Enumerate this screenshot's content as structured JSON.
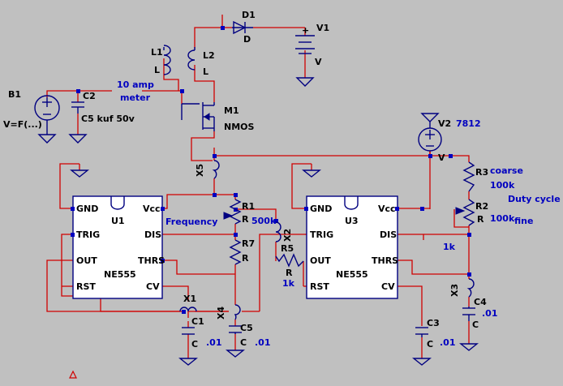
{
  "schematic": {
    "texts": {
      "b1": "B1",
      "vf": "V=F(...)",
      "c2": "C2",
      "c2v": "C5 kuf 50v",
      "amp1": "10 amp",
      "amp2": "meter",
      "l1": "L1",
      "l1v": "L",
      "l2": "L2",
      "l2v": "L",
      "d1": "D1",
      "d1v": "D",
      "v1": "V1",
      "v1v": "V",
      "m1": "M1",
      "m1v": "NMOS",
      "v2": "V2",
      "v2n": "7812",
      "v2v": "V",
      "x5": "X5",
      "r1": "R1",
      "r1v": "R",
      "r1val": "500k",
      "freq": "Frequency",
      "r7": "R7",
      "r7v": "R",
      "x4": "X4",
      "c5": "C5",
      "c5v": "C",
      "c5val": ".01",
      "x1": "X1",
      "c1": "C1",
      "c1v": "C",
      "c1val": ".01",
      "x2": "X2",
      "r5": "R5",
      "r5v": "R",
      "r5val": "1k",
      "r3": "R3",
      "coarse": "coarse",
      "r3val": "100k",
      "duty": "Duty cycle",
      "r2": "R2",
      "r2v": "R",
      "r2val": "100k",
      "fine": "fine",
      "onek": "1k",
      "x3": "X3",
      "c4": "C4",
      "c4v": "C",
      "c4val": ".01",
      "c3": "C3",
      "c3v": "C",
      "c3val": ".01"
    },
    "u1": {
      "name": "U1",
      "part": "NE555",
      "pins": {
        "gnd": "GND",
        "trig": "TRIG",
        "out": "OUT",
        "rst": "RST",
        "vcc": "Vcc",
        "dis": "DIS",
        "thrs": "THRS",
        "cv": "CV"
      }
    },
    "u3": {
      "name": "U3",
      "part": "NE555",
      "pins": {
        "gnd": "GND",
        "trig": "TRIG",
        "out": "OUT",
        "rst": "RST",
        "vcc": "Vcc",
        "dis": "DIS",
        "thrs": "THRS",
        "cv": "CV"
      }
    }
  }
}
